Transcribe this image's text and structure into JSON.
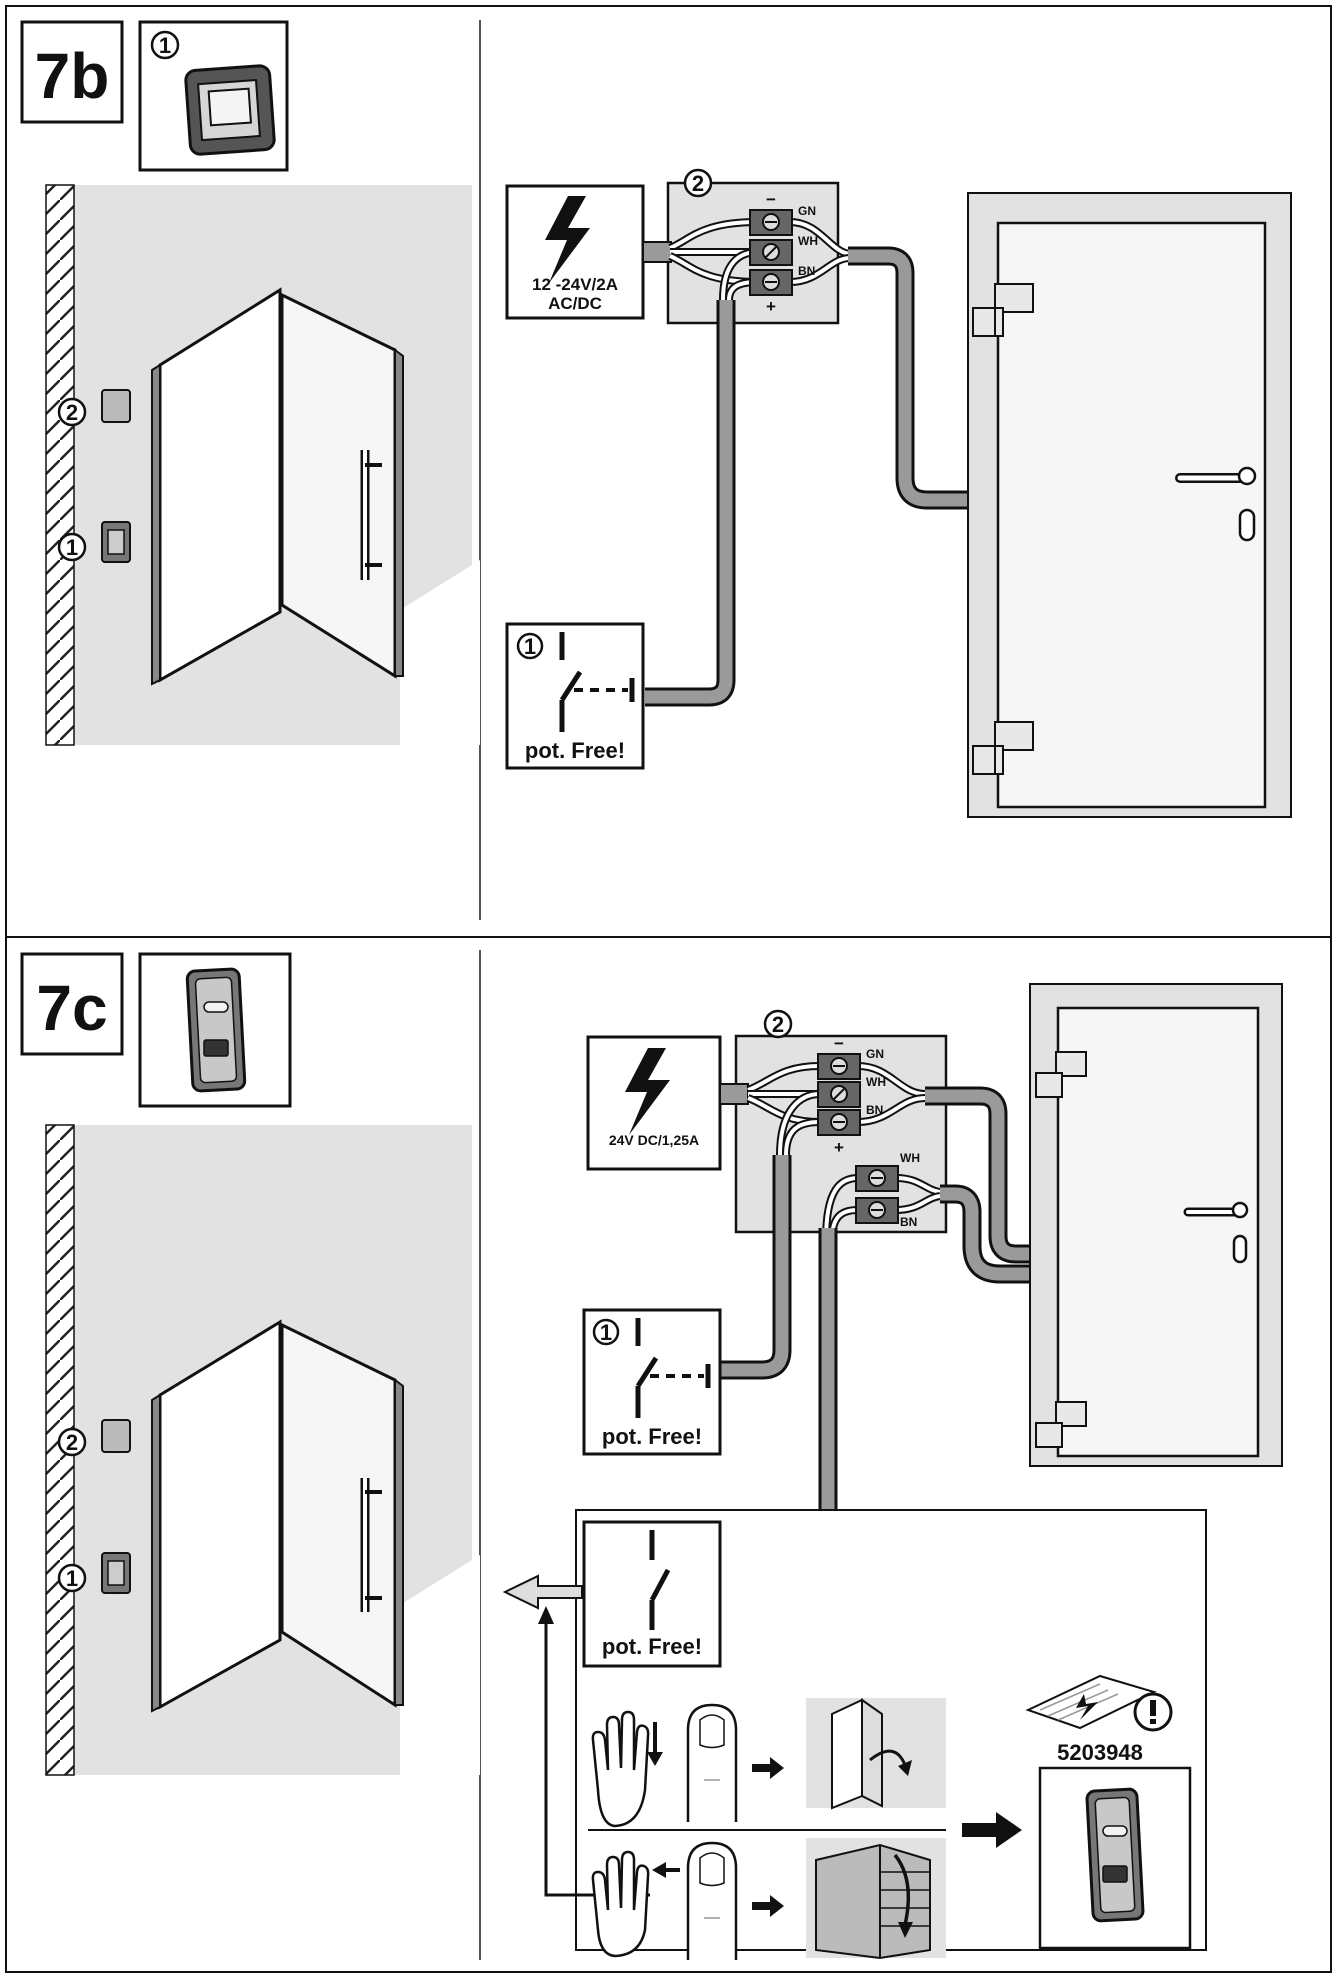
{
  "section_b": {
    "label": "7b",
    "switch_callout": "1",
    "wall_markers": [
      "2",
      "1"
    ],
    "junction_callout": "2",
    "power_text": [
      "12 -24V/2A",
      "AC/DC"
    ],
    "terminals": [
      {
        "wire": "GN",
        "sign": "−"
      },
      {
        "wire": "WH",
        "sign": ""
      },
      {
        "wire": "BN",
        "sign": "+"
      }
    ],
    "switch_box_callout": "1",
    "pot_free": "pot. Free!"
  },
  "section_c": {
    "label": "7c",
    "wall_markers": [
      "2",
      "1"
    ],
    "junction_callout": "2",
    "power_text": [
      "24V DC/1,25A"
    ],
    "terminals": [
      {
        "wire": "GN",
        "sign": "−"
      },
      {
        "wire": "WH",
        "sign": ""
      },
      {
        "wire": "BN",
        "sign": "+"
      }
    ],
    "terminals_lower": [
      {
        "wire": "WH"
      },
      {
        "wire": "BN"
      }
    ],
    "switch_box_callout": "1",
    "pot_free": "pot. Free!",
    "pot_free_2": "pot. Free!",
    "manual_number": "5203948"
  },
  "colors": {
    "panel_gray": "#e2e2e2",
    "cable_gray": "#9a9a9a",
    "line": "#111111"
  }
}
